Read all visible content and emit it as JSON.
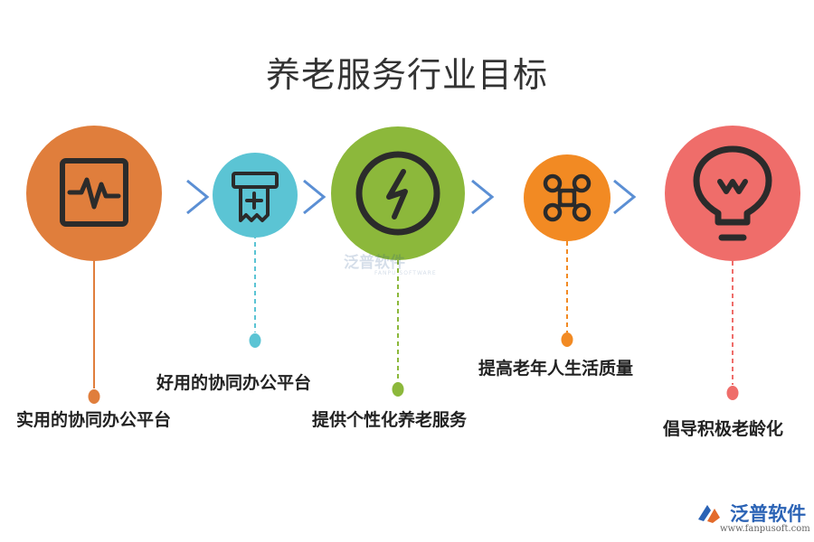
{
  "title": "养老服务行业目标",
  "items": [
    {
      "label": "实用的协同办公平台",
      "color": "#e07e3c",
      "icon": "pulse-monitor-icon"
    },
    {
      "label": "好用的协同办公平台",
      "color": "#5bc4d4",
      "icon": "receipt-plus-icon"
    },
    {
      "label": "提供个性化养老服务",
      "color": "#8cb83b",
      "icon": "lightning-icon"
    },
    {
      "label": "提高老年人生活质量",
      "color": "#f28a23",
      "icon": "drone-icon"
    },
    {
      "label": "倡导积极老龄化",
      "color": "#ef6d6a",
      "icon": "lightbulb-icon"
    }
  ],
  "arrow_color": "#5b8fd4",
  "watermark": {
    "cn": "泛普软件",
    "en": "FANPU SOFTWARE"
  },
  "brand": {
    "name": "泛普软件",
    "url": "www.fanpusoft.com"
  }
}
